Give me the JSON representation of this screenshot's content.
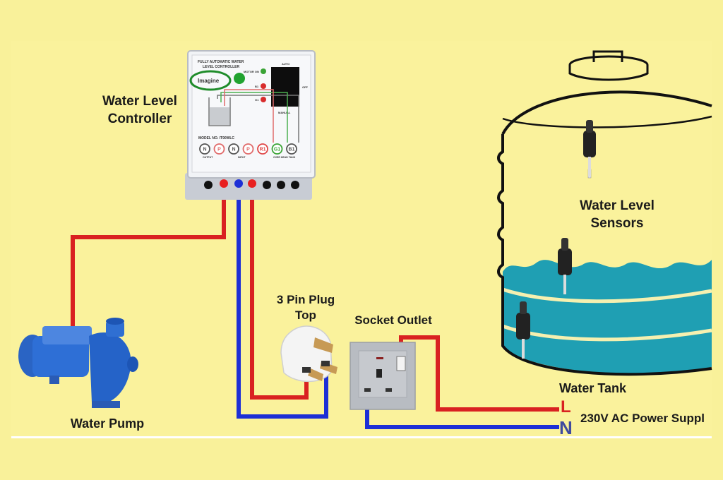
{
  "labels": {
    "controller": [
      "Water Level",
      "Controller"
    ],
    "sensors": [
      "Water Level",
      "Sensors"
    ],
    "plug": [
      "3 Pin Plug",
      "Top"
    ],
    "socket": "Socket Outlet",
    "pump": "Water Pump",
    "tank": "Water Tank",
    "line": "L",
    "neutral": "N",
    "supply": "230V AC Power Suppl"
  },
  "controller": {
    "title_line1": "FULLY AUTOMATIC WATER",
    "title_line2": "LEVEL CONTROLLER",
    "brand": "Imagine",
    "indicators": [
      {
        "label": "MOTOR ON",
        "color": "#3aa335"
      },
      {
        "label": "B1",
        "color": "#d82c2c"
      },
      {
        "label": "G1",
        "color": "#d82c2c"
      }
    ],
    "switch_labels": {
      "top": "AUTO",
      "right": "OFF",
      "bottom": "MANUAL"
    },
    "model": "MODEL NO. IT90WLC",
    "terminals": [
      {
        "label": "N",
        "color": "#555555"
      },
      {
        "label": "P",
        "color": "#e06a6a"
      },
      {
        "label": "N",
        "color": "#555555"
      },
      {
        "label": "P",
        "color": "#e06a6a"
      },
      {
        "label": "R1",
        "color": "#e04848"
      },
      {
        "label": "G1",
        "color": "#3aa335"
      },
      {
        "label": "B1",
        "color": "#555555"
      }
    ],
    "terminal_groups": [
      "OUTPUT",
      "INPUT",
      "OVER HEAD TANK"
    ]
  },
  "colors": {
    "background": "#f9f19a",
    "live_wire": "#d92121",
    "neutral_wire": "#1c2fd6",
    "water": "#1f9fb3",
    "L_label": "#d92121",
    "N_label": "#3f4a9e"
  }
}
